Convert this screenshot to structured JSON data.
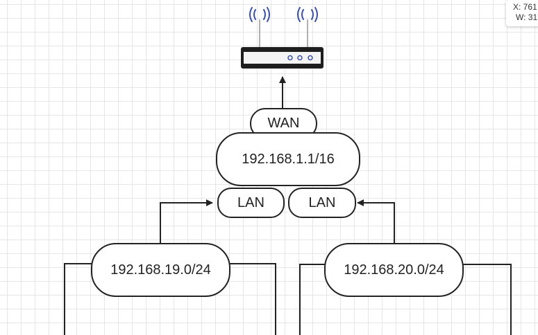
{
  "nodes": {
    "wan": "WAN",
    "router_net": "192.168.1.1/16",
    "lan_left": "LAN",
    "lan_right": "LAN",
    "subnet_left": "192.168.19.0/24",
    "subnet_right": "192.168.20.0/24"
  },
  "icons": {
    "router": "router-icon",
    "wifi": "wifi-signal-icon"
  },
  "colors": {
    "stroke": "#222222",
    "wifi": "#3a4fa8",
    "grid": "#e6e6e6"
  },
  "coord_readout": {
    "x_label": "X: 761",
    "w_label": "W: 31"
  }
}
